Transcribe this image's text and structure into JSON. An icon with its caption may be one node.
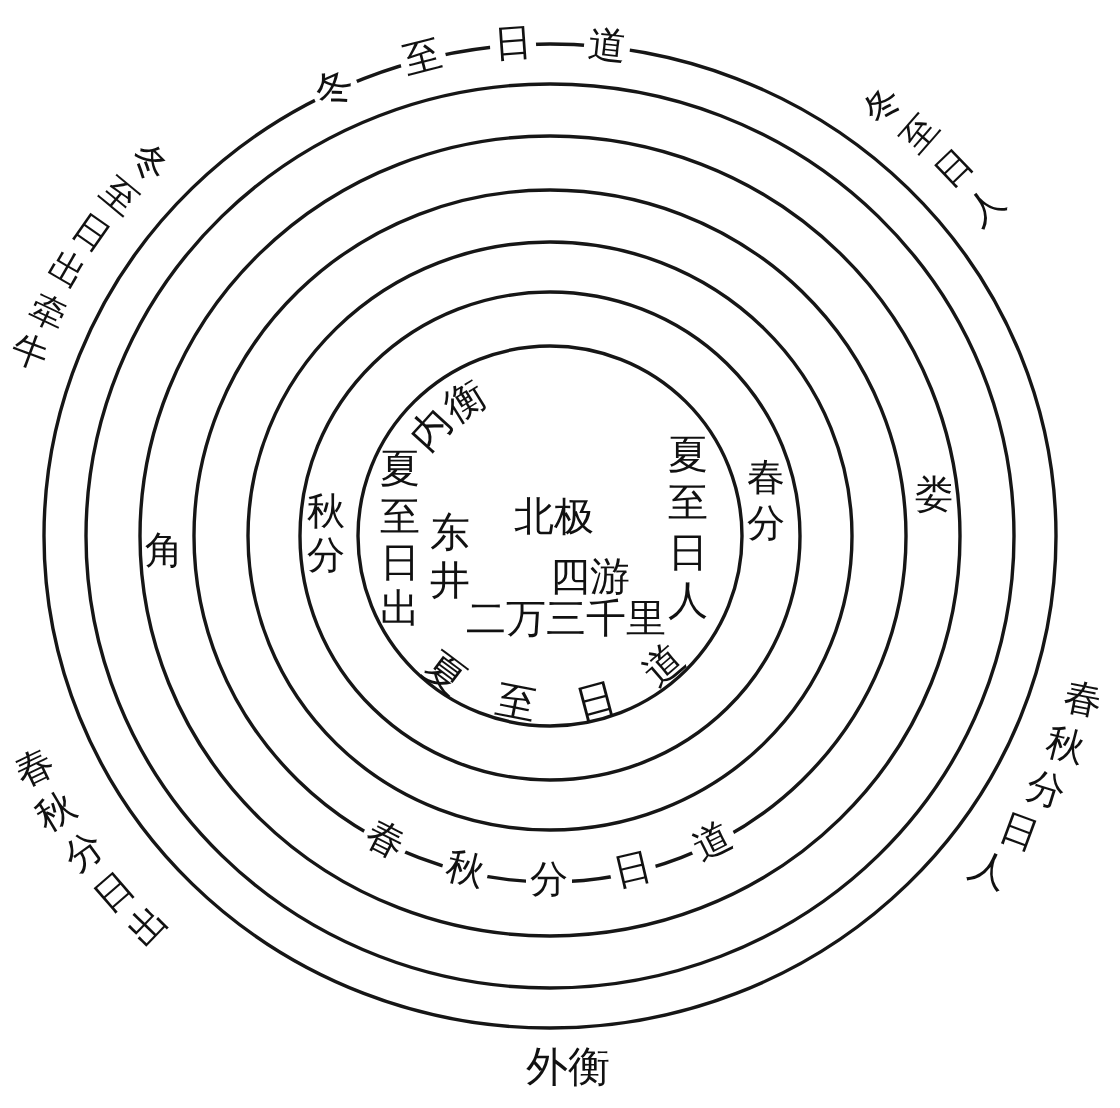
{
  "diagram": {
    "nodes": [
      {
        "text": [
          "冬至日道",
          "外衡"
        ]
      },
      {
        "text": [],
        "shape": "circle",
        "in": 0
      },
      {
        "text": [
          "角",
          "娄"
        ],
        "in": 1
      },
      {
        "text": [
          "春秋分日道"
        ],
        "in": 2
      },
      {
        "text": [],
        "shape": "circle",
        "in": 3
      },
      {
        "text": [
          "秋分",
          "春分"
        ],
        "in": 4
      },
      {
        "text": [
          "内衡",
          "夏至日出",
          "东井",
          "北极",
          "夏至日人",
          "四游",
          "二万三千里",
          "夏至日道"
        ],
        "in": 5
      }
    ],
    "labels": [
      "冬至日出牵牛",
      "冬至日人",
      "春秋分日出",
      "春秋分日人"
    ]
  }
}
